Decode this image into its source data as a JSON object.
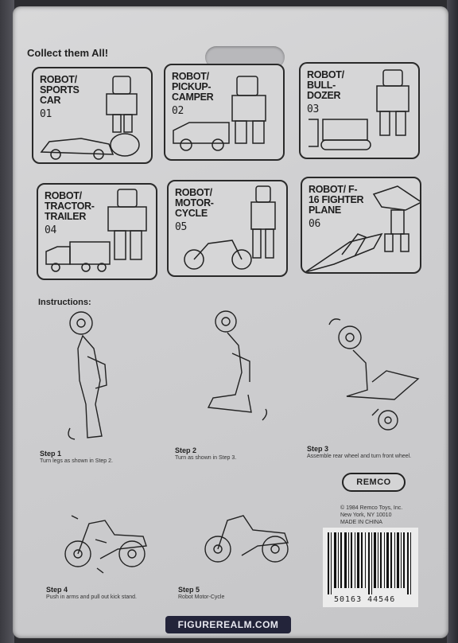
{
  "card": {
    "collect_title": "Collect them All!",
    "instructions_title": "Instructions:"
  },
  "panels": [
    {
      "label": "ROBOT/ SPORTS CAR",
      "number": "01"
    },
    {
      "label": "ROBOT/ PICKUP-CAMPER",
      "number": "02"
    },
    {
      "label": "ROBOT/ BULL-DOZER",
      "number": "03"
    },
    {
      "label": "ROBOT/ TRACTOR-TRAILER",
      "number": "04"
    },
    {
      "label": "ROBOT/ MOTOR-CYCLE",
      "number": "05"
    },
    {
      "label": "ROBOT/ F-16 FIGHTER PLANE",
      "number": "06"
    }
  ],
  "steps": [
    {
      "title": "Step 1",
      "text": "Turn legs as shown in Step 2."
    },
    {
      "title": "Step 2",
      "text": "Turn as shown in Step 3."
    },
    {
      "title": "Step 3",
      "text": "Assemble rear wheel and turn front wheel."
    },
    {
      "title": "Step 4",
      "text": "Push in arms and pull out kick stand."
    },
    {
      "title": "Step 5",
      "text": "Robot Motor-Cycle"
    }
  ],
  "brand": {
    "logo": "REMCO"
  },
  "copyright": {
    "line1": "© 1984 Remco Toys, Inc.",
    "line2": "New York, NY 10010",
    "line3": "MADE IN CHINA"
  },
  "barcode": {
    "number": "50163 44546"
  },
  "watermark": {
    "text": "FIGUREREALM.COM"
  }
}
